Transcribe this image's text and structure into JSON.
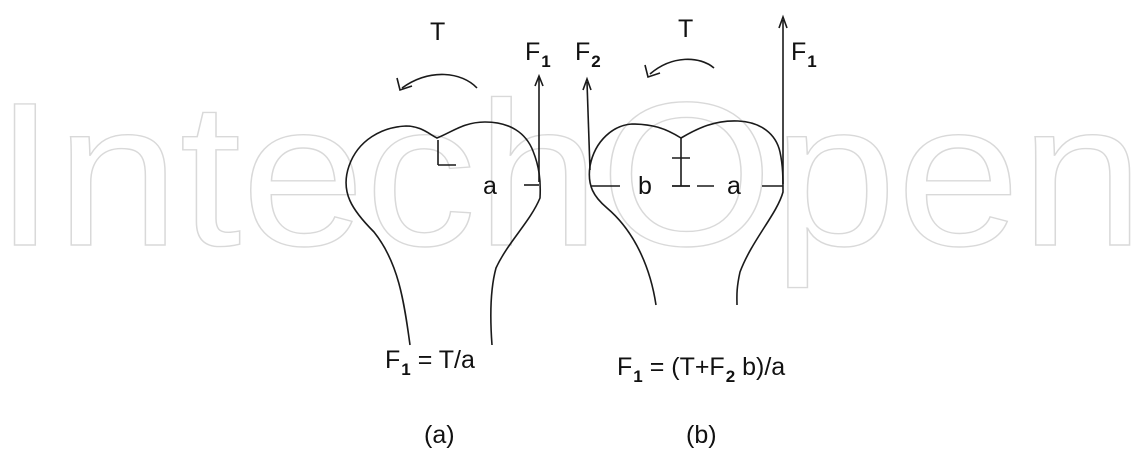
{
  "watermark": {
    "text": "IntechOpen",
    "color": "#d9d9d9"
  },
  "colors": {
    "ink": "#1a1a1a"
  },
  "panel_a": {
    "torque": "T",
    "force1_base": "F",
    "force1_sub": "1",
    "dist_a": "a",
    "eq_lhs_base": "F",
    "eq_lhs_sub": "1",
    "eq_rhs": " = T/a",
    "caption": "(a)"
  },
  "panel_b": {
    "torque": "T",
    "force1_base": "F",
    "force1_sub": "1",
    "force2_base": "F",
    "force2_sub": "2",
    "dist_a": "a",
    "dist_b": "b",
    "eq_lhs_base": "F",
    "eq_lhs_sub": "1",
    "eq_mid": " = (T+F",
    "eq_mid_sub": "2",
    "eq_end": " b)/a",
    "caption": "(b)"
  }
}
